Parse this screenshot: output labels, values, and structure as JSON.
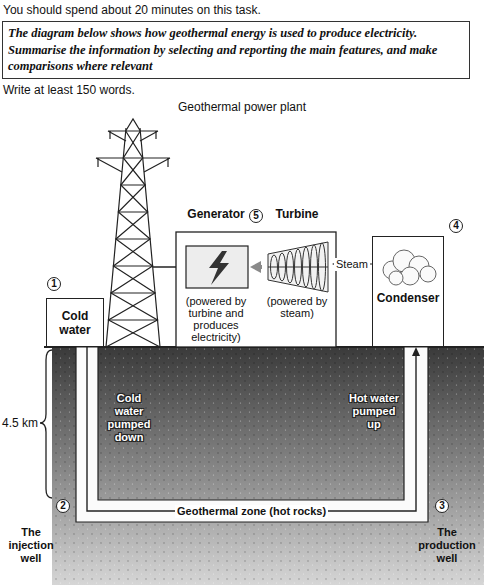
{
  "diagram": {
    "title": "Geothermal power plant",
    "nodes": [
      {
        "text": [
          "The diagram below shows how geothermal energy is used to produce electricity. Summarise the information by selecting and reporting the main features, and make comparisons where relevant"
        ]
      },
      {
        "text": [
          "Generator",
          "(powered by turbine and produces electricity)"
        ]
      },
      {
        "text": [
          "Turbine",
          "(powered by steam)"
        ]
      },
      {
        "text": [
          "Condenser"
        ]
      },
      {
        "text": [
          "Cold water"
        ]
      }
    ],
    "edges": [
      {
        "from": 2,
        "to": 1,
        "arrow": "to"
      },
      {
        "from": 3,
        "to": 2,
        "label": "Steam",
        "arrow": "to"
      },
      {
        "from": 4,
        "to": 3,
        "label": "Geothermal zone (hot rocks)",
        "arrow": "to"
      }
    ],
    "labels": [
      "You should spend about 20 minutes on this task.",
      "Write at least 150 words.",
      "5",
      "4",
      "1",
      "Cold water pumped down",
      "Hot water pumped up",
      "4.5 km",
      "2",
      "The injection well",
      "3",
      "The production well"
    ]
  }
}
